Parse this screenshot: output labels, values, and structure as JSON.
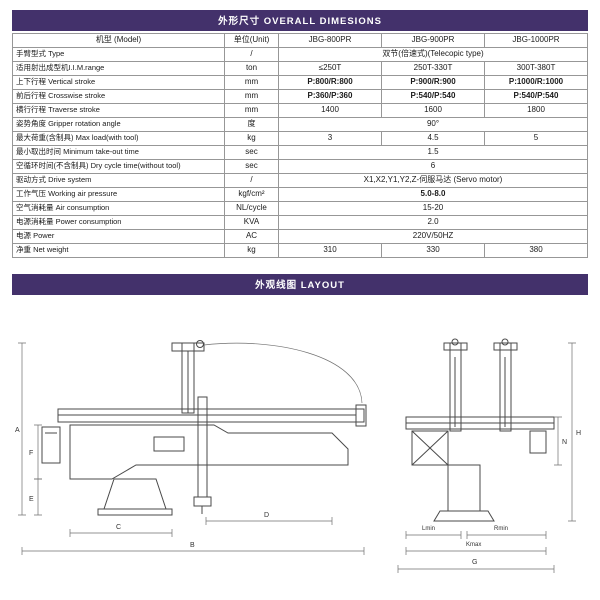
{
  "colors": {
    "accent": "#43316b"
  },
  "headers": {
    "dimensions": "外形尺寸 OVERALL DIMESIONS",
    "layout": "外观线图 LAYOUT"
  },
  "table": {
    "columns": [
      "机型 (Model)",
      "单位(Unit)",
      "JBG-800PR",
      "JBG-900PR",
      "JBG-1000PR"
    ],
    "rows": [
      {
        "label": "手臂型式 Type",
        "unit": "/",
        "values": [
          "双节(倍速式)(Telecopic type)"
        ]
      },
      {
        "label": "适用射出成型机I.I.M.range",
        "unit": "ton",
        "values": [
          "≤250T",
          "250T-330T",
          "300T-380T"
        ]
      },
      {
        "label": "上下行程 Vertical stroke",
        "unit": "mm",
        "values": [
          "P:800/R:800",
          "P:900/R:900",
          "P:1000/R:1000"
        ]
      },
      {
        "label": "前后行程 Crosswise stroke",
        "unit": "mm",
        "values": [
          "P:360/P:360",
          "P:540/P:540",
          "P:540/P:540"
        ]
      },
      {
        "label": "横行行程 Traverse stroke",
        "unit": "mm",
        "values": [
          "1400",
          "1600",
          "1800"
        ]
      },
      {
        "label": "姿势角度 Gripper rotation angle",
        "unit": "度",
        "values": [
          "90°"
        ]
      },
      {
        "label": "最大荷重(含制具) Max load(with tool)",
        "unit": "kg",
        "values": [
          "3",
          "4.5",
          "5"
        ]
      },
      {
        "label": "最小取出时间 Minimum take-out time",
        "unit": "sec",
        "values": [
          "1.5"
        ]
      },
      {
        "label": "空循环时间(不含制具) Dry cycle time(without tool)",
        "unit": "sec",
        "values": [
          "6"
        ]
      },
      {
        "label": "驱动方式 Drive system",
        "unit": "/",
        "values": [
          "X1,X2,Y1,Y2,Z-伺服马达 (Servo motor)"
        ]
      },
      {
        "label": "工作气压 Working air pressure",
        "unit": "kgf/cm²",
        "values": [
          "5.0-8.0"
        ]
      },
      {
        "label": "空气消耗量 Air consumption",
        "unit": "NL/cycle",
        "values": [
          "15-20"
        ]
      },
      {
        "label": "电源消耗量 Power consumption",
        "unit": "KVA",
        "values": [
          "2.0"
        ]
      },
      {
        "label": "电源 Power",
        "unit": "AC",
        "values": [
          "220V/50HZ"
        ]
      },
      {
        "label": "净重 Net weight",
        "unit": "kg",
        "values": [
          "310",
          "330",
          "380"
        ]
      }
    ]
  },
  "diagram": {
    "left_labels": {
      "A": "A",
      "B": "B",
      "C": "C",
      "D": "D",
      "E": "E",
      "F": "F"
    },
    "right_labels": {
      "H": "H",
      "N": "N",
      "Lmin": "Lmin",
      "Rmin": "Rmin",
      "Kmax": "Kmax",
      "G": "G"
    }
  }
}
